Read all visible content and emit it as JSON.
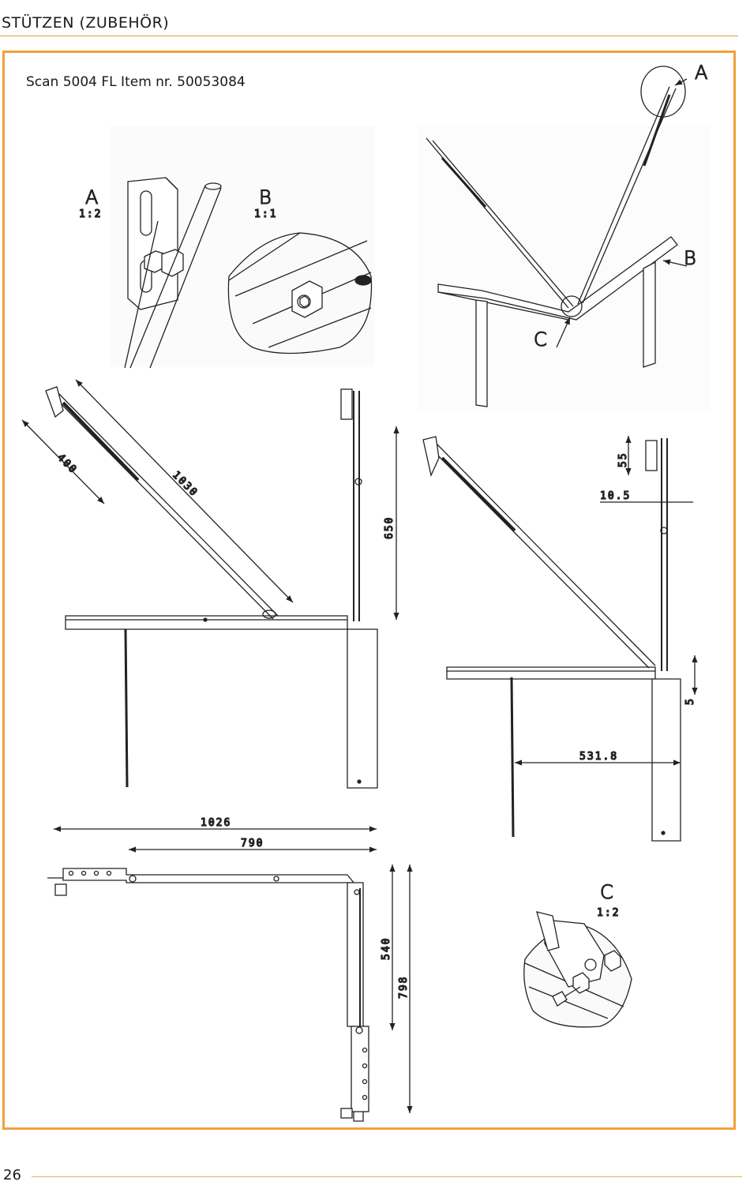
{
  "header": {
    "title": "STÜTZEN (ZUBEHÖR)"
  },
  "caption": "Scan 5004 FL Item nr. 50053084",
  "detail_views": [
    {
      "label": "A",
      "scale": "1:2"
    },
    {
      "label": "B",
      "scale": "1:1"
    },
    {
      "label": "C",
      "scale": "1:2"
    }
  ],
  "callouts": {
    "a": "A",
    "b": "B",
    "c": "C"
  },
  "dimensions": {
    "d400": "400",
    "d1030": "1030",
    "d650": "650",
    "d55": "55",
    "d105": "10.5",
    "d5": "5",
    "d5318": "531.8",
    "d1026": "1026",
    "d790": "790",
    "d540": "540",
    "d798": "798"
  },
  "footer": {
    "page_number": "26"
  },
  "colors": {
    "accent": "#f0a23b"
  }
}
